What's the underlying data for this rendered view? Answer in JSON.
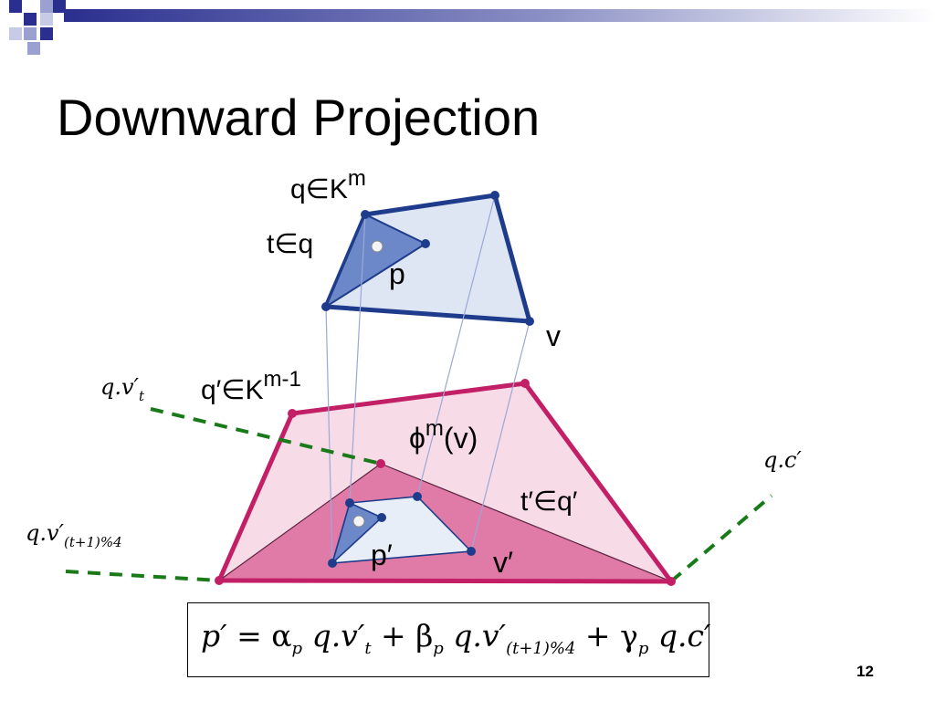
{
  "slide": {
    "title": "Downward Projection",
    "number": "12"
  },
  "labels": {
    "q_in_K": "q∈K",
    "q_in_K_sup": "m",
    "t_in_q": "t∈q",
    "p": "p",
    "v": "v",
    "qprime_in_K": "q′∈K",
    "qprime_in_K_sup": "m-1",
    "phi": "ϕ",
    "phi_sup": "m",
    "phi_arg": "(v)",
    "tprime_in_qprime": "t′∈q′",
    "pprime": "p′",
    "vprime": "v′",
    "q_vt": "q.v′",
    "q_vt_sub": "t",
    "q_vt1": "q.v′",
    "q_vt1_sub": "(t+1)%4",
    "q_c": "q.c′"
  },
  "formula": {
    "lhs": "p′ = ",
    "alpha": "α",
    "alpha_sub": "p",
    "term1": " q.v′",
    "term1_sub": "t",
    "plus1": " + ",
    "beta": "β",
    "beta_sub": "p",
    "term2": " q.v′",
    "term2_sub": "(t+1)%4",
    "plus2": " + ",
    "gamma": "γ",
    "gamma_sub": "p",
    "term3": " q.c′"
  },
  "colors": {
    "blue_edge": "#1f3c8c",
    "blue_fill": "#dde6f2",
    "blue_triangle": "#6c88c8",
    "magenta_edge": "#c21f67",
    "pink_fill": "#f7dbe6",
    "magenta_fill": "#e07aa6",
    "green_dash": "#1a7a1a"
  }
}
